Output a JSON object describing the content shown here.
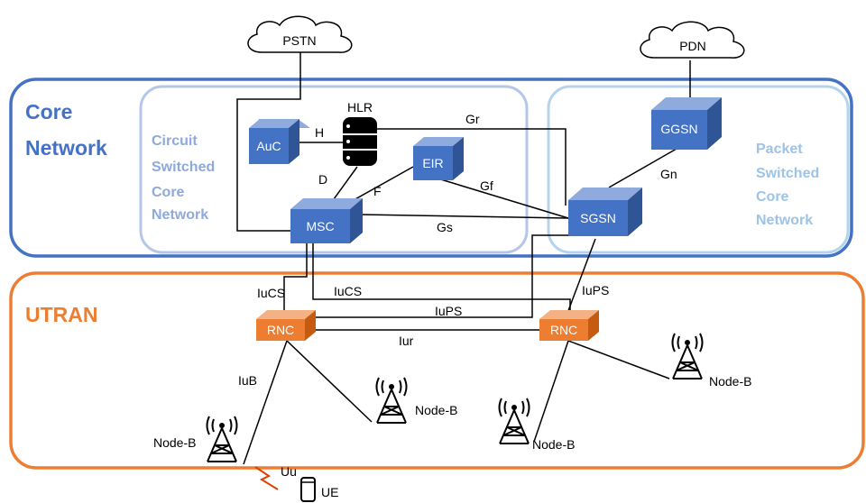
{
  "regions": {
    "core": {
      "line1": "Core",
      "line2": "Network",
      "color": "#4472C4"
    },
    "circuit": {
      "lines": [
        "Circuit",
        "Switched",
        "Core",
        "Network"
      ],
      "color": "#8EA9DB"
    },
    "packet": {
      "lines": [
        "Packet",
        "Switched",
        "Core",
        "Network"
      ],
      "color": "#9DC3E6"
    },
    "utran": {
      "label": "UTRAN",
      "color": "#ED7D31"
    }
  },
  "clouds": {
    "pstn": "PSTN",
    "pdn": "PDN"
  },
  "nodes": {
    "auc": "AuC",
    "hlr": "HLR",
    "eir": "EIR",
    "msc": "MSC",
    "ggsn": "GGSN",
    "sgsn": "SGSN",
    "rnc_left": "RNC",
    "rnc_right": "RNC",
    "node_colors": {
      "core": "#4472C4",
      "ran": "#ED7D31"
    }
  },
  "interfaces": {
    "h": "H",
    "d": "D",
    "f": "F",
    "gr": "Gr",
    "gf": "Gf",
    "gs": "Gs",
    "gn": "Gn",
    "iucs_left": "IuCS",
    "iucs_right": "IuCS",
    "iups_center": "IuPS",
    "iups_right": "IuPS",
    "iur": "Iur",
    "iub": "IuB",
    "uu": "Uu"
  },
  "towers": {
    "bottom_left": "Node-B",
    "center": "Node-B",
    "bottom_right": "Node-B",
    "far_right": "Node-B"
  },
  "ue": "UE"
}
